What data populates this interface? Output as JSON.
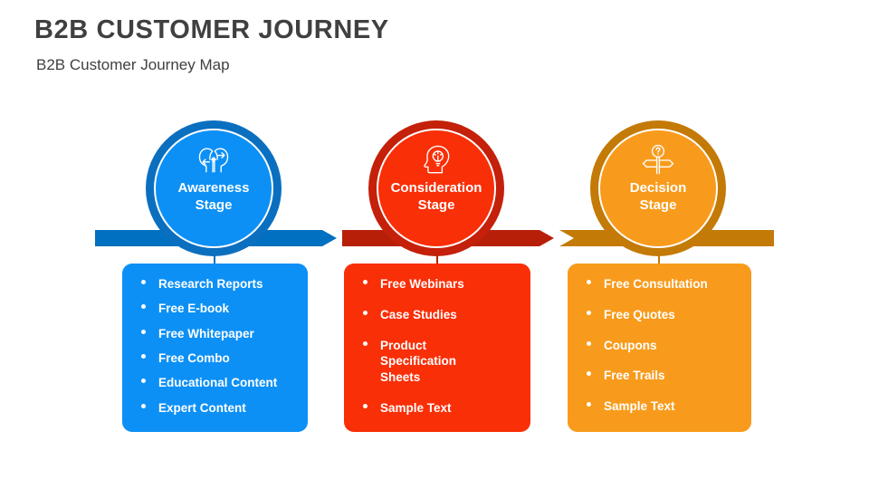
{
  "header": {
    "title": "B2B CUSTOMER JOURNEY",
    "subtitle": "B2B Customer Journey Map"
  },
  "colors": {
    "title_text": "#404040",
    "awareness_ring": "#0b6fc0",
    "awareness_fill": "#0d90f5",
    "awareness_bar": "#0270c0",
    "awareness_box": "#0d90f5",
    "consideration_ring": "#c4200a",
    "consideration_fill": "#f92f07",
    "consideration_bar": "#b81f09",
    "consideration_box": "#f92f07",
    "decision_ring": "#c47a06",
    "decision_fill": "#f89b1c",
    "decision_bar": "#c47a06",
    "decision_box": "#f89b1c",
    "bullet": "#ffffff",
    "item_text": "#ffffff"
  },
  "stages": [
    {
      "id": "awareness",
      "icon": "two-heads-exchange-icon",
      "label_line1": "Awareness",
      "label_line2": "Stage",
      "items": [
        "Research Reports",
        "Free E-book",
        "Free Whitepaper",
        "Free Combo",
        "Educational Content",
        "Expert Content"
      ]
    },
    {
      "id": "consideration",
      "icon": "head-lightbulb-icon",
      "label_line1": "Consideration",
      "label_line2": "Stage",
      "items": [
        "Free Webinars",
        "Case Studies",
        "Product Specification Sheets",
        "Sample Text"
      ]
    },
    {
      "id": "decision",
      "icon": "signpost-question-icon",
      "label_line1": "Decision",
      "label_line2": "Stage",
      "items": [
        "Free Consultation",
        "Free Quotes",
        "Coupons",
        "Free Trails",
        "Sample Text"
      ]
    }
  ]
}
